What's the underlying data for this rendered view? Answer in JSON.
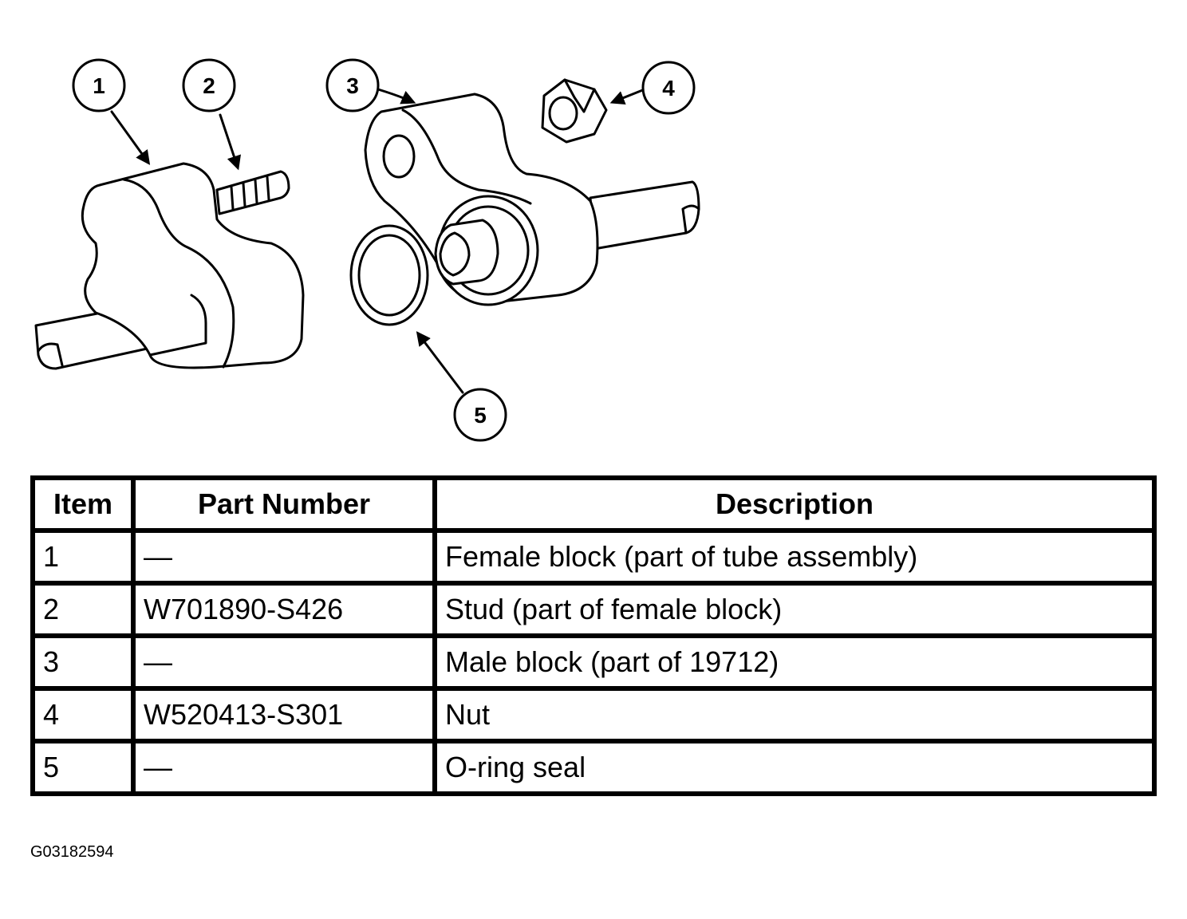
{
  "callouts": [
    "1",
    "2",
    "3",
    "4",
    "5"
  ],
  "table": {
    "headers": [
      "Item",
      "Part Number",
      "Description"
    ],
    "rows": [
      {
        "item": "1",
        "part_number": "—",
        "description": "Female block (part of tube assembly)"
      },
      {
        "item": "2",
        "part_number": "W701890-S426",
        "description": "Stud (part of female block)"
      },
      {
        "item": "3",
        "part_number": "—",
        "description": "Male block (part of 19712)"
      },
      {
        "item": "4",
        "part_number": "W520413-S301",
        "description": "Nut"
      },
      {
        "item": "5",
        "part_number": "—",
        "description": "O-ring seal"
      }
    ]
  },
  "figure_id": "G03182594",
  "colors": {
    "ink": "#000000",
    "paper": "#ffffff"
  }
}
